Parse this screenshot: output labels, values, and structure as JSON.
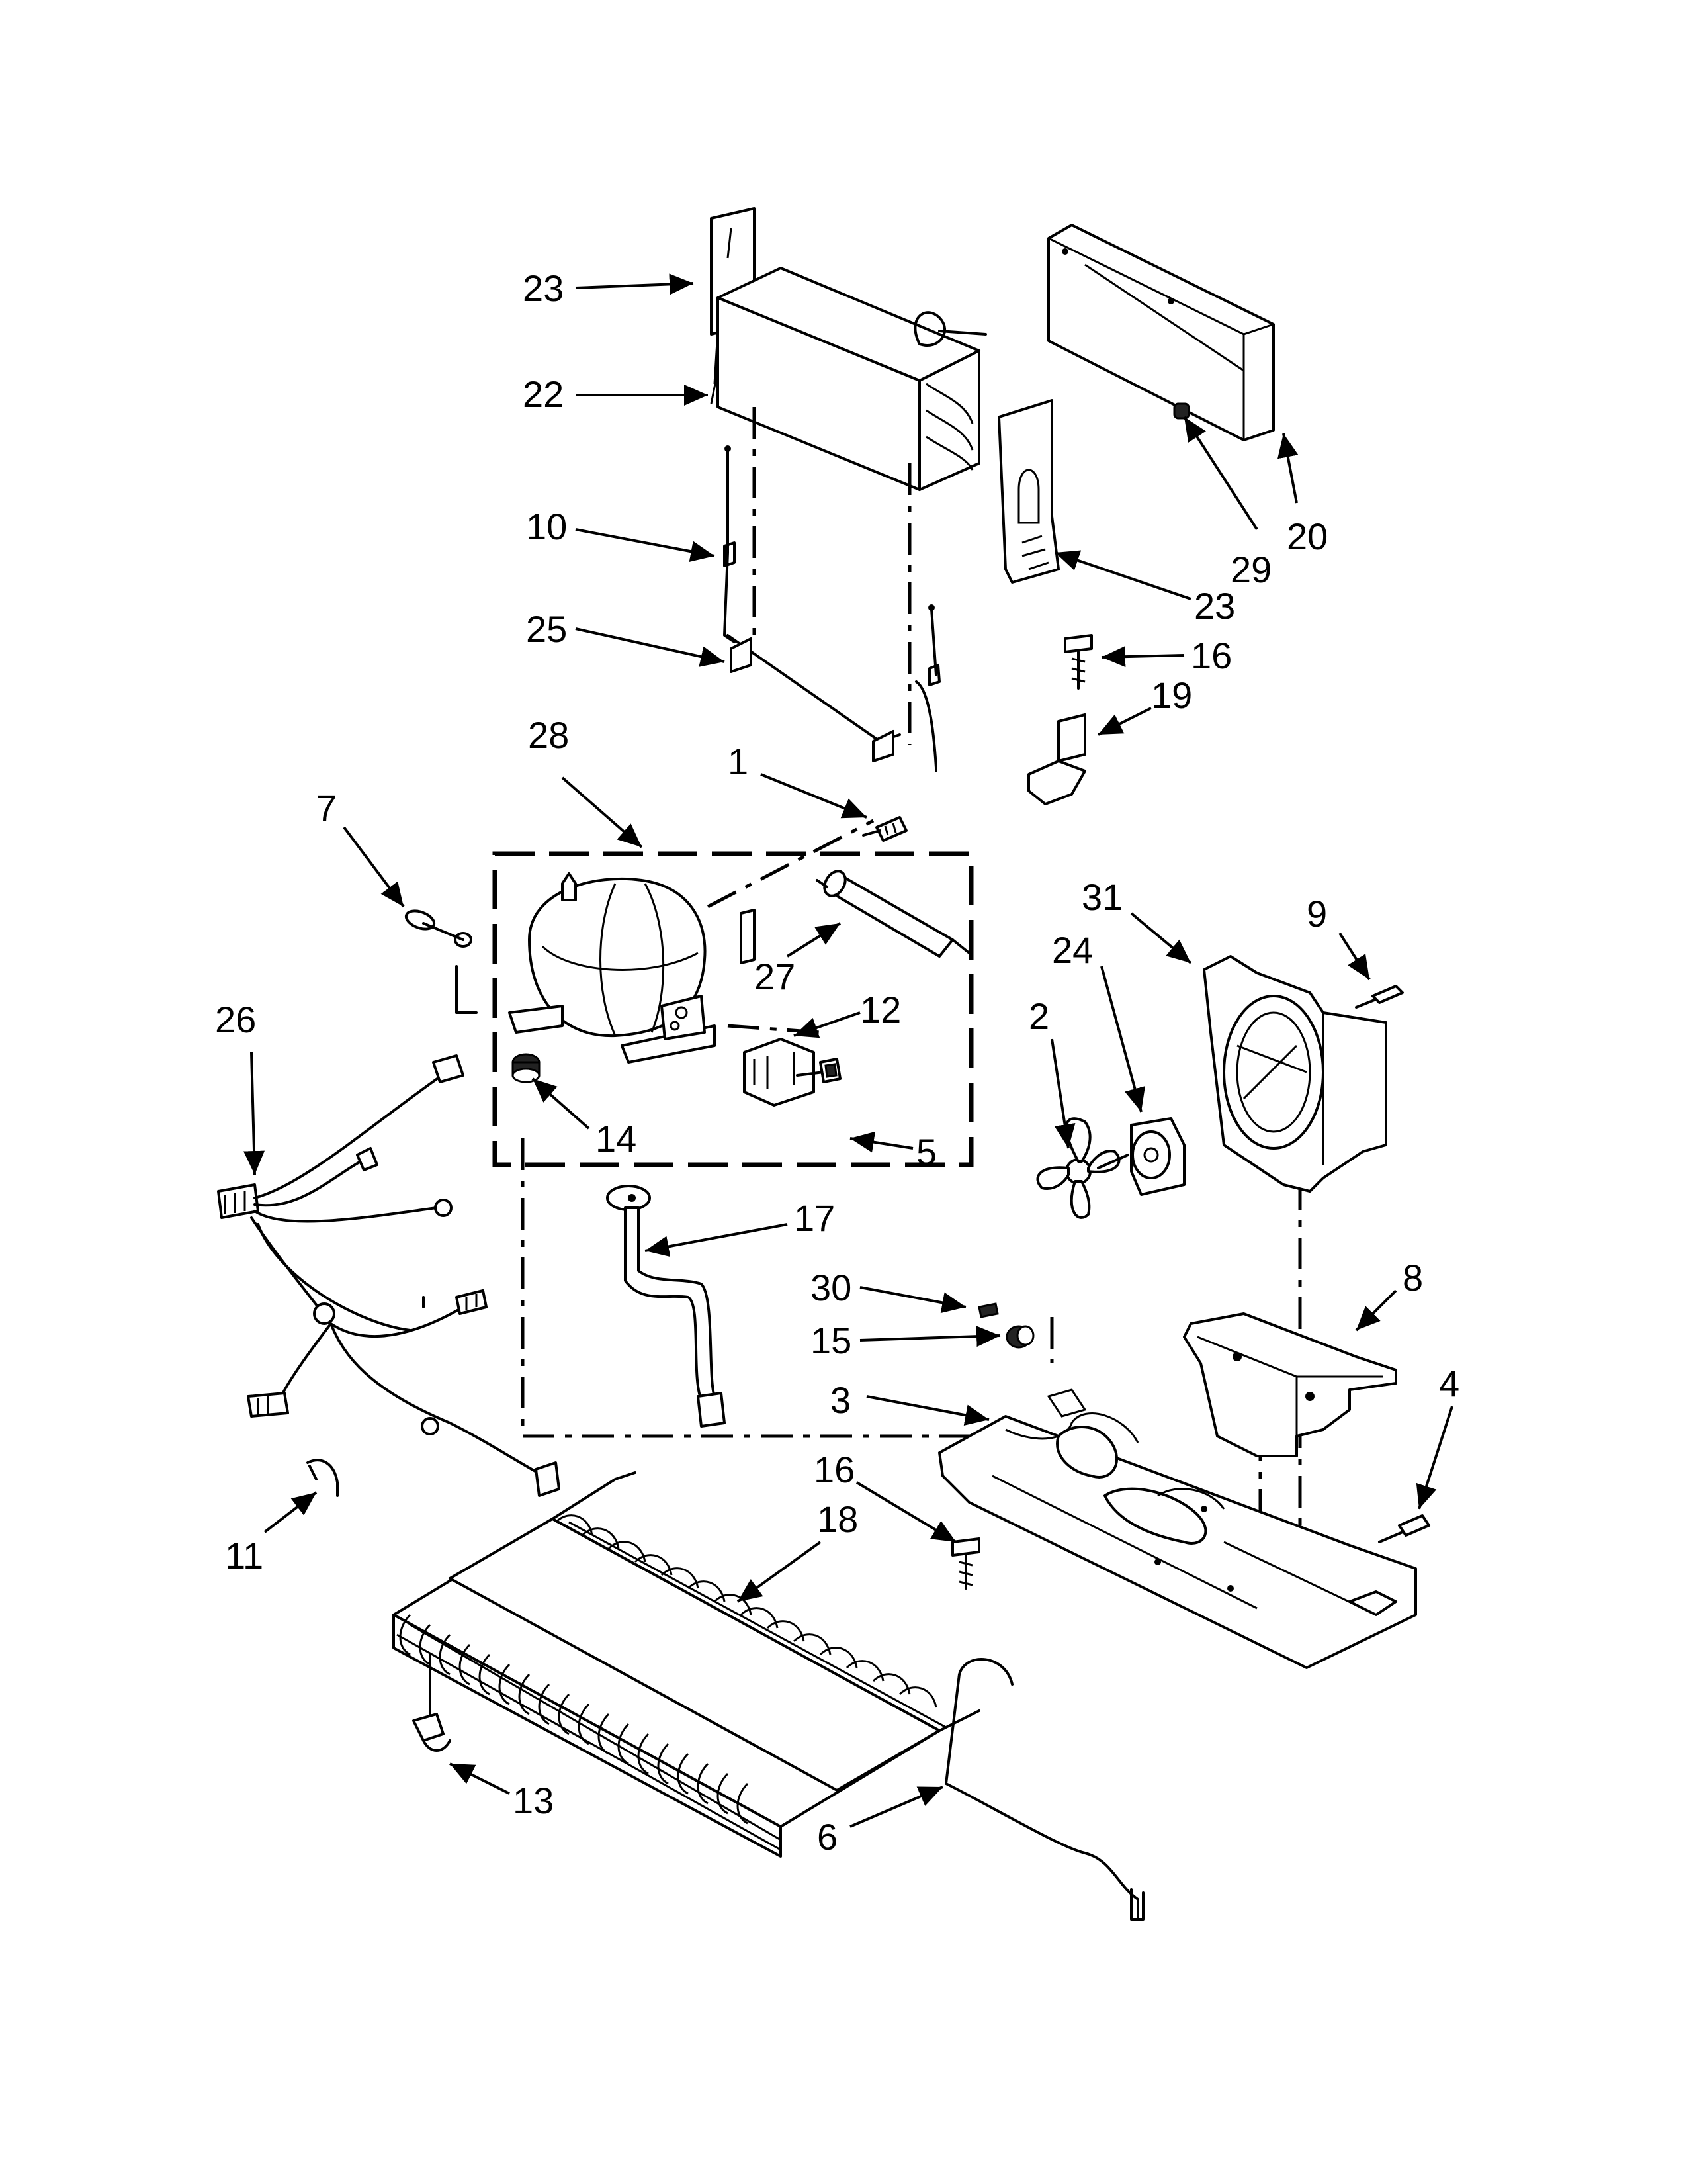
{
  "labels": [
    {
      "id": "1",
      "text": "1"
    },
    {
      "id": "2",
      "text": "2"
    },
    {
      "id": "3",
      "text": "3"
    },
    {
      "id": "4",
      "text": "4"
    },
    {
      "id": "5",
      "text": "5"
    },
    {
      "id": "6",
      "text": "6"
    },
    {
      "id": "7",
      "text": "7"
    },
    {
      "id": "8",
      "text": "8"
    },
    {
      "id": "9",
      "text": "9"
    },
    {
      "id": "10",
      "text": "10"
    },
    {
      "id": "11",
      "text": "11"
    },
    {
      "id": "12",
      "text": "12"
    },
    {
      "id": "13",
      "text": "13"
    },
    {
      "id": "14",
      "text": "14"
    },
    {
      "id": "15",
      "text": "15"
    },
    {
      "id": "16a",
      "text": "16"
    },
    {
      "id": "16b",
      "text": "16"
    },
    {
      "id": "17",
      "text": "17"
    },
    {
      "id": "18",
      "text": "18"
    },
    {
      "id": "19",
      "text": "19"
    },
    {
      "id": "20",
      "text": "20"
    },
    {
      "id": "22",
      "text": "22"
    },
    {
      "id": "23a",
      "text": "23"
    },
    {
      "id": "23b",
      "text": "23"
    },
    {
      "id": "24",
      "text": "24"
    },
    {
      "id": "25",
      "text": "25"
    },
    {
      "id": "26",
      "text": "26"
    },
    {
      "id": "27",
      "text": "27"
    },
    {
      "id": "28",
      "text": "28"
    },
    {
      "id": "29",
      "text": "29"
    },
    {
      "id": "30",
      "text": "30"
    },
    {
      "id": "31",
      "text": "31"
    }
  ]
}
